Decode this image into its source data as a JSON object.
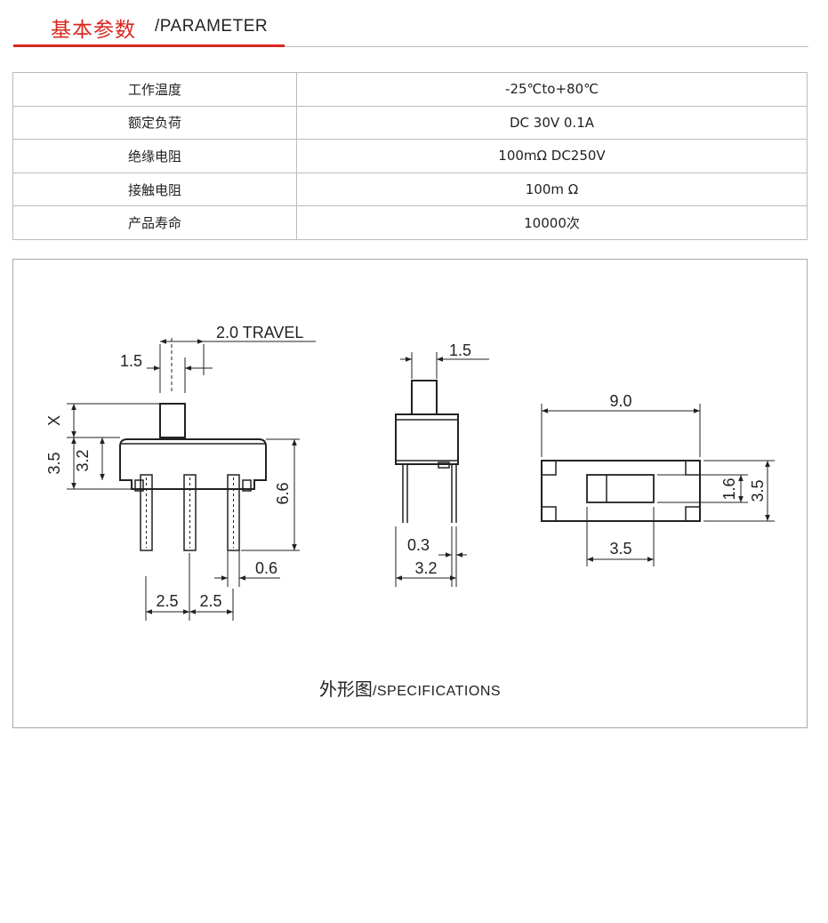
{
  "header": {
    "title_cn": "基本参数",
    "title_en": "/PARAMETER"
  },
  "parameters": [
    {
      "label": "工作温度",
      "value": "-25℃to+80℃"
    },
    {
      "label": "额定负荷",
      "value": "DC 30V 0.1A"
    },
    {
      "label": "绝缘电阻",
      "value": "100mΩ  DC250V"
    },
    {
      "label": "接触电阻",
      "value": "100m Ω"
    },
    {
      "label": "产品寿命",
      "value": "10000次"
    }
  ],
  "drawing": {
    "front": {
      "travel": "2.0 TRAVEL",
      "actuator_width": "1.5",
      "x_dim": "X",
      "height_total": "3.5",
      "body_height": "3.2",
      "pin_length": "6.6",
      "pin_width": "0.6",
      "pitch_left": "2.5",
      "pitch_right": "2.5"
    },
    "side": {
      "actuator_width": "1.5",
      "pin_thickness": "0.3",
      "body_depth": "3.2"
    },
    "top": {
      "length": "9.0",
      "width": "3.5",
      "slot_height": "1.6",
      "slot_length": "3.5"
    }
  },
  "caption": {
    "cn": "外形图",
    "en": "/SPECIFICATIONS"
  }
}
